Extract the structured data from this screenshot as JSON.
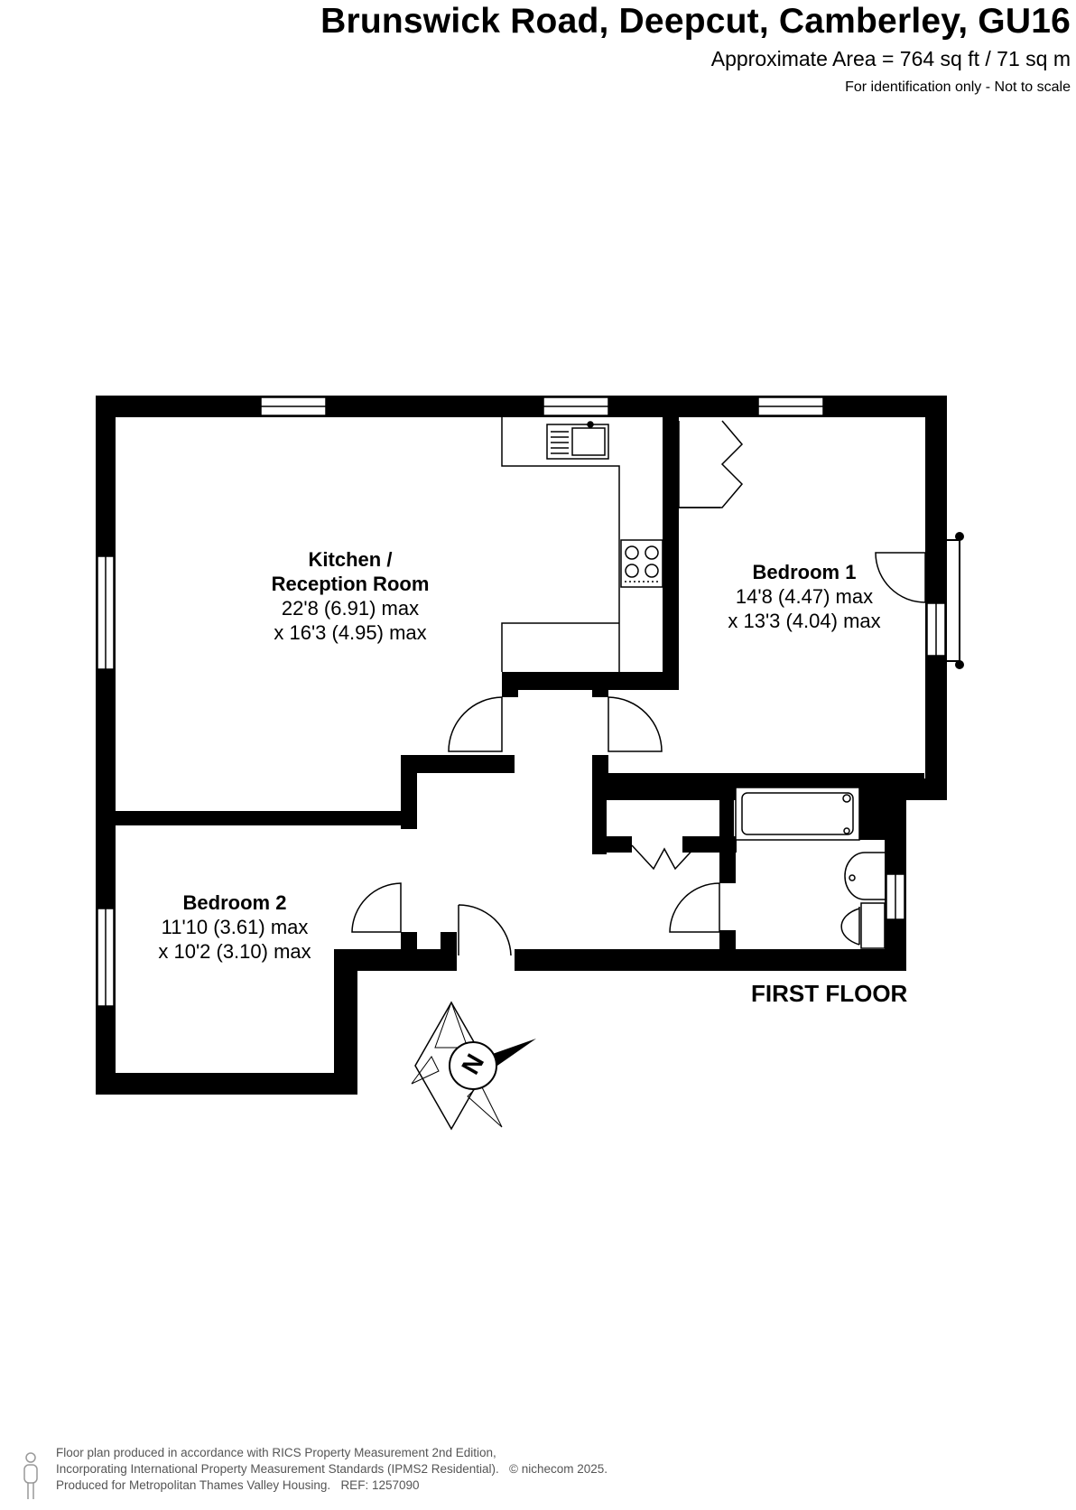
{
  "header": {
    "title": "Brunswick Road, Deepcut, Camberley, GU16",
    "area": "Approximate Area = 764 sq ft / 71 sq m",
    "note": "For identification only - Not to scale"
  },
  "rooms": [
    {
      "name": "Kitchen / Reception Room",
      "name_line1": "Kitchen /",
      "name_line2": "Reception Room",
      "dim1": "22'8 (6.91) max",
      "dim2": "x 16'3 (4.95) max"
    },
    {
      "name": "Bedroom 1",
      "dim1": "14'8 (4.47) max",
      "dim2": "x 13'3 (4.04) max"
    },
    {
      "name": "Bedroom 2",
      "dim1": "11'10 (3.61) max",
      "dim2": "x 10'2 (3.10) max"
    }
  ],
  "floor_label": "FIRST FLOOR",
  "compass": {
    "letter": "N"
  },
  "footer": {
    "line1": "Floor plan produced in accordance with RICS Property Measurement 2nd Edition,",
    "line2": "Incorporating International Property Measurement Standards (IPMS2 Residential).",
    "copyright": "© nichecom 2025.",
    "line3": "Produced for Metropolitan Thames Valley Housing.",
    "ref": "REF: 1257090"
  }
}
